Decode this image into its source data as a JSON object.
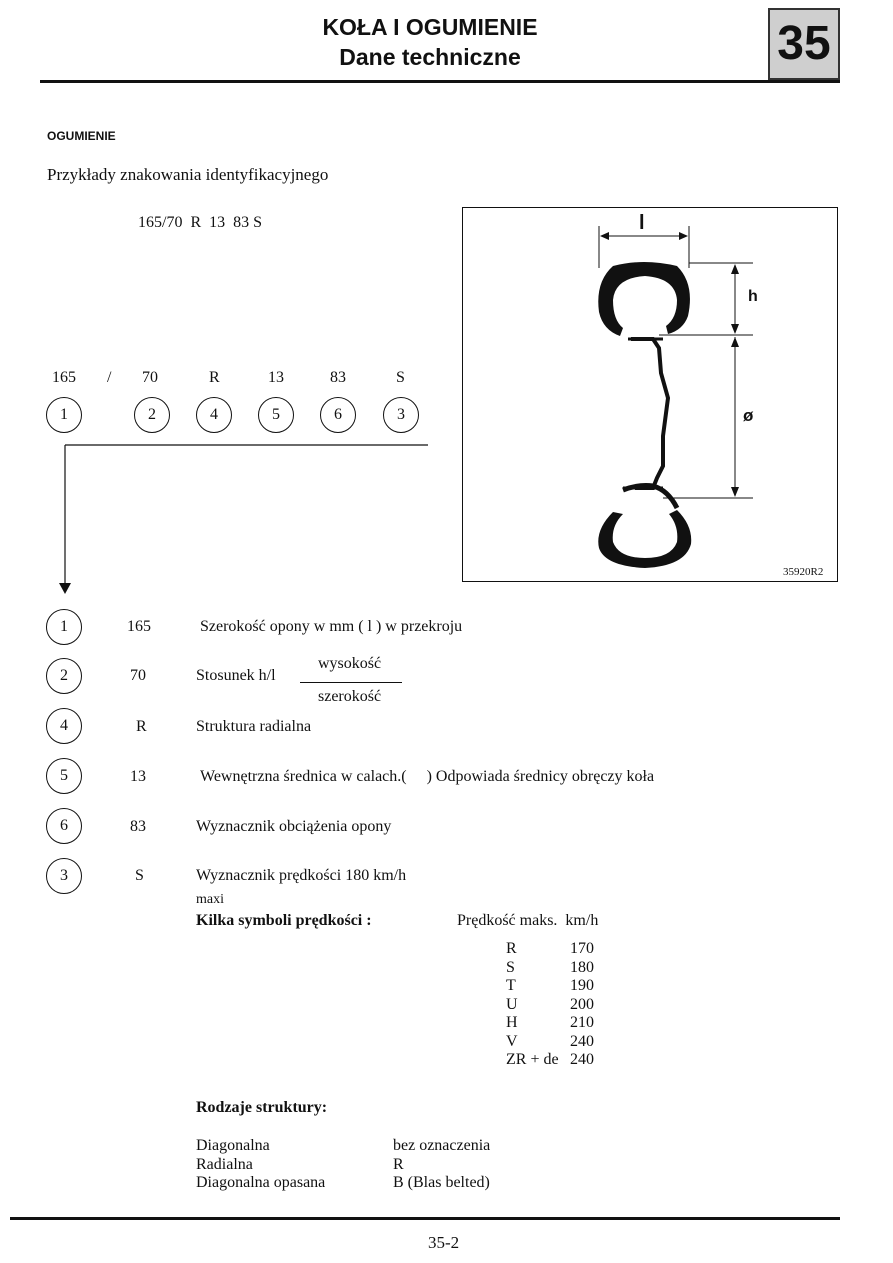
{
  "header": {
    "title_line1": "KOŁA I OGUMIENIE",
    "title_line2": "Dane techniczne",
    "chapter_number": "35"
  },
  "section_title": "OGUMIENIE",
  "intro_text": "Przykłady znakowania identyfikacyjnego",
  "example_code": "165/70  R  13  83 S",
  "code_parts": [
    {
      "text": "165",
      "circle": "1"
    },
    {
      "text": "/",
      "circle": ""
    },
    {
      "text": "70",
      "circle": "2"
    },
    {
      "text": "R",
      "circle": "4"
    },
    {
      "text": "13",
      "circle": "5"
    },
    {
      "text": "83",
      "circle": "6"
    },
    {
      "text": "S",
      "circle": "3"
    }
  ],
  "figure": {
    "label_width": "l",
    "label_height": "h",
    "label_diameter": "ø",
    "figure_id": "35920R2"
  },
  "legend": [
    {
      "circle": "1",
      "value": "165",
      "desc": "Szerokość opony w mm ( l ) w przekroju"
    },
    {
      "circle": "2",
      "value": "70",
      "desc": "Stosunek h/l",
      "fraction_top": "wysokość",
      "fraction_bottom": "szerokość"
    },
    {
      "circle": "4",
      "value": "R",
      "desc": "Struktura radialna"
    },
    {
      "circle": "5",
      "value": "13",
      "desc": "Wewnętrzna średnica w calach.(     ) Odpowiada średnicy obręczy koła"
    },
    {
      "circle": "6",
      "value": "83",
      "desc": "Wyznacznik obciążenia opony"
    },
    {
      "circle": "3",
      "value": "S",
      "desc": "Wyznacznik prędkości 180 km/h"
    }
  ],
  "maxi_note": "maxi",
  "speed_symbols": {
    "heading": "Kilka symboli prędkości :",
    "column_heading": "Prędkość maks.  km/h",
    "rows": [
      {
        "symbol": "R",
        "speed": "170"
      },
      {
        "symbol": "S",
        "speed": "180"
      },
      {
        "symbol": "T",
        "speed": "190"
      },
      {
        "symbol": "U",
        "speed": "200"
      },
      {
        "symbol": "H",
        "speed": "210"
      },
      {
        "symbol": "V",
        "speed": "240"
      },
      {
        "symbol": "ZR + de",
        "speed": "240"
      }
    ]
  },
  "structure_types": {
    "heading": "Rodzaje struktury:",
    "rows": [
      {
        "name": "Diagonalna",
        "mark": "bez oznaczenia"
      },
      {
        "name": "Radialna",
        "mark": "R"
      },
      {
        "name": "Diagonalna opasana",
        "mark": "B (Blas belted)"
      }
    ]
  },
  "page_number": "35-2"
}
